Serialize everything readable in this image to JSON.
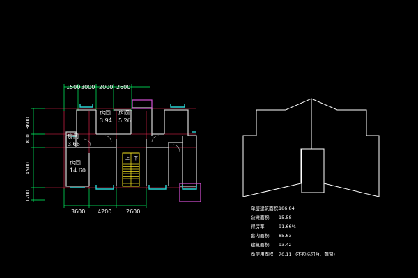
{
  "colors": {
    "background": "#000000",
    "dimension_line": "#00ff66",
    "extension_line": "#ff2a55",
    "wall": "#c8c8c8",
    "window": "#2ad4d4",
    "balcony": "#d44fd4",
    "stair": "#f0e020",
    "outline": "#ffffff"
  },
  "top_dimensions": [
    "1500",
    "3000",
    "2000",
    "2600"
  ],
  "bottom_dimensions": [
    "3600",
    "4200",
    "2600"
  ],
  "left_dimensions": [
    "3600",
    "1800",
    "4500",
    "1200"
  ],
  "rooms": [
    {
      "label": "房间",
      "area": "3.94"
    },
    {
      "label": "房间",
      "area": "5.26"
    },
    {
      "label": "房间",
      "area": "3.66"
    },
    {
      "label": "房间",
      "area": "14.60"
    }
  ],
  "stair_labels": {
    "up": "上",
    "down": "下"
  },
  "stats": [
    {
      "label": "单层建筑面积:",
      "value": "186.84"
    },
    {
      "label": "公摊面积:",
      "value": "15.58"
    },
    {
      "label": "得房率:",
      "value": "91.66%"
    },
    {
      "label": "套内面积:",
      "value": "85.63"
    },
    {
      "label": "建筑面积:",
      "value": "93.42"
    },
    {
      "label": "净使用面积:",
      "value": "70.11",
      "note": "(不包括阳台、飘窗)"
    }
  ]
}
